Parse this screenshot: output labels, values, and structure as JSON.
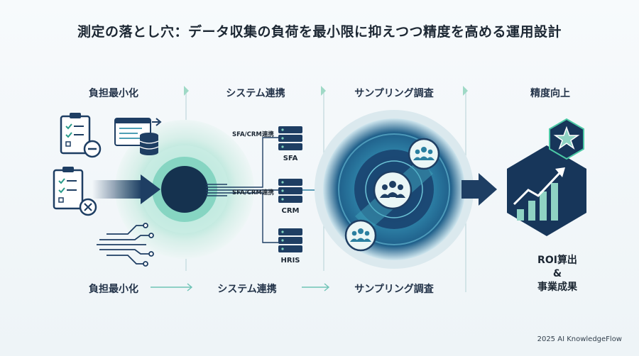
{
  "title": "測定の落とし穴：データ収集の負荷を最小限に抑えつつ精度を高める運用設計",
  "columns": {
    "c1": "負担最小化",
    "c2": "システム連携",
    "c3": "サンプリング調査",
    "c4": "精度向上"
  },
  "bottom_flow": {
    "b1": "負担最小化",
    "b2": "システム連携",
    "b3": "サンプリング調査"
  },
  "connectors": {
    "link_top": "SFA/CRM連携",
    "link_mid": "SFA/CRM連携"
  },
  "servers": {
    "sfa": "SFA",
    "crm": "CRM",
    "hris": "HRIS"
  },
  "result": {
    "line1": "ROI算出",
    "line2": "&",
    "line3": "事業成果"
  },
  "footer": "2025 AI KnowledgeFlow",
  "colors": {
    "navy": "#16355a",
    "teal": "#2a7fa0",
    "mint": "#8fd3c3",
    "accent_green": "#4cc9a5"
  },
  "icons": [
    "checklist-minus-icon",
    "checklist-cross-icon",
    "database-form-icon",
    "stream-lines-icon",
    "server-icon",
    "user-group-icon",
    "star-badge-icon",
    "growth-chart-icon"
  ]
}
